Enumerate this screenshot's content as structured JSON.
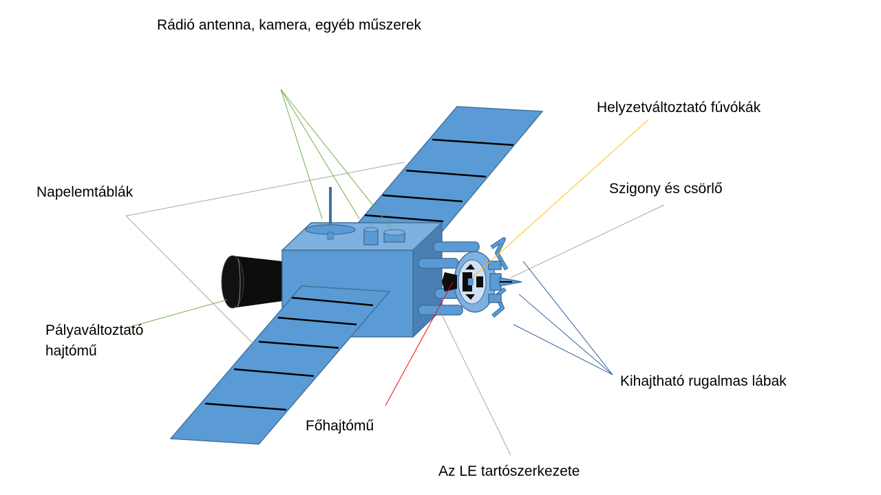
{
  "labels": {
    "radio": "Rádió antenna, kamera, egyéb műszerek",
    "napelem": "Napelemtáblák",
    "palya_line1": "Pályaváltoztató",
    "palya_line2": "hajtómű",
    "fohajtomu": "Főhajtómű",
    "le_tarto": "Az LE tartószerkezete",
    "helyzet": "Helyzetváltoztató fúvókák",
    "szigony": "Szigony és csörlő",
    "kihajthato": "Kihajtható rugalmas lábak"
  },
  "colors": {
    "panel": "#5b9bd5",
    "panel_dark": "#41719c",
    "body_top": "#7eb0e0",
    "body_side": "#4a7fb3",
    "nozzle": "#0d0d0d",
    "leader_green": "#70ad47",
    "leader_gray": "#a6a6a6",
    "leader_yellow": "#ffc000",
    "leader_red": "#ff0000",
    "leader_blue": "#2e5e9e"
  }
}
